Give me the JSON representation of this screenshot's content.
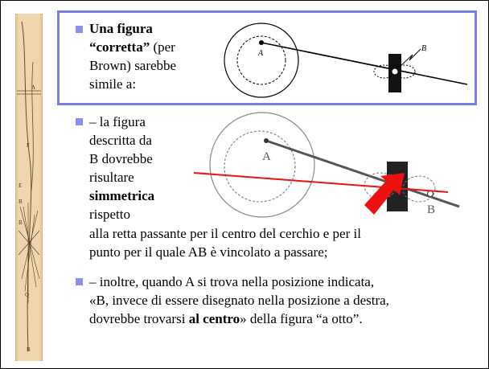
{
  "top_box": {
    "line1": "Una figura",
    "line2_bold": "“corretta”",
    "line2_rest": " (per",
    "line3": "Brown) sarebbe",
    "line4": "simile a:"
  },
  "bullet2": {
    "line1": "– la figura",
    "line2": "descritta da",
    "line3": "B dovrebbe",
    "line4": "risultare",
    "line5": "simmetrica",
    "line6": "rispetto",
    "line7": "alla retta passante per il centro del cerchio e per il",
    "line8": "punto per il quale AB è vincolato a passare;"
  },
  "bullet3": {
    "line1": "– inoltre, quando A si trova nella posizione indicata,",
    "line2": "«B, invece di essere disegnato nella posizione a destra,",
    "line3_pre": "dovrebbe trovarsi ",
    "line3_bold": "al centro",
    "line3_post": "» della figura “a otto”."
  },
  "figure1": {
    "label_a": "A",
    "label_b": "B"
  },
  "figure2": {
    "label_a": "A",
    "label_b": "B"
  },
  "strip_labels": [
    "A",
    "B",
    "F",
    "E",
    "B",
    "Q",
    "B"
  ],
  "colors": {
    "bullet": "#8a8ff0",
    "box_border": "#7b7ce6",
    "red_line": "#ee1111",
    "arrow": "#ee1111"
  }
}
